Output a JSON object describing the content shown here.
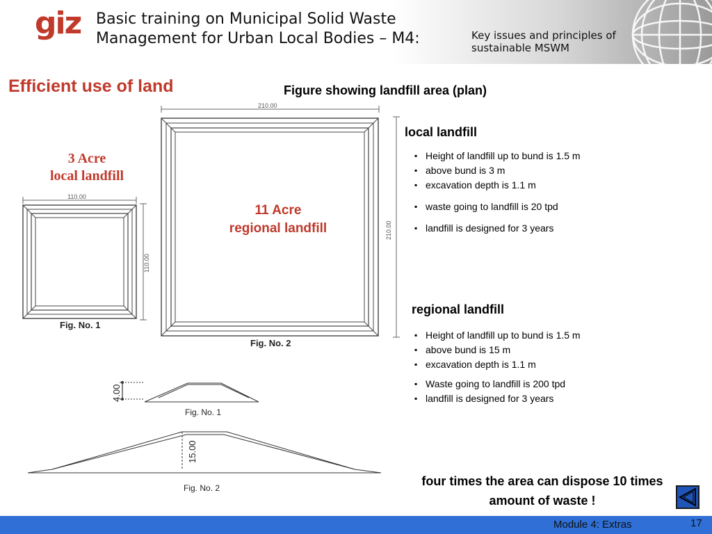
{
  "header": {
    "logo": "giz",
    "title": "Basic training on Municipal Solid Waste Management for Urban Local Bodies – M4:",
    "subtitle": "Key issues and principles of sustainable MSWM"
  },
  "section_title": "Efficient use of land",
  "figure_caption": "Figure showing landfill area (plan)",
  "plan": {
    "local_label_line1": "3 Acre",
    "local_label_line2": "local landfill",
    "regional_label_line1": "11 Acre",
    "regional_label_line2": "regional landfill",
    "dim_local_top": "110.00",
    "dim_local_side": "110.00",
    "dim_regional_top": "210.00",
    "dim_regional_side": "210.00",
    "fig1": "Fig. No. 1",
    "fig2": "Fig. No. 2"
  },
  "section": {
    "height_local": "4.00",
    "height_regional": "15.00",
    "fig1": "Fig. No. 1",
    "fig2": "Fig. No. 2"
  },
  "local_landfill": {
    "title": "local landfill",
    "items": [
      "Height of landfill up to bund is 1.5 m",
      "above bund is 3 m",
      "excavation depth is 1.1 m",
      "waste going to landfill is 20 tpd",
      "landfill is designed for 3 years"
    ]
  },
  "regional_landfill": {
    "title": "regional landfill",
    "items": [
      "Height of landfill up to bund is 1.5 m",
      "above bund is 15 m",
      "excavation depth is 1.1 m",
      "Waste going to landfill is 200 tpd",
      "landfill is designed for 3 years"
    ]
  },
  "conclusion": "four times the area can dispose 10 times amount of waste !",
  "footer": {
    "module": "Module 4: Extras",
    "page": "17"
  },
  "colors": {
    "accent_red": "#c0392b",
    "footer_blue": "#2f6fd6",
    "button_blue": "#1f55b8"
  }
}
